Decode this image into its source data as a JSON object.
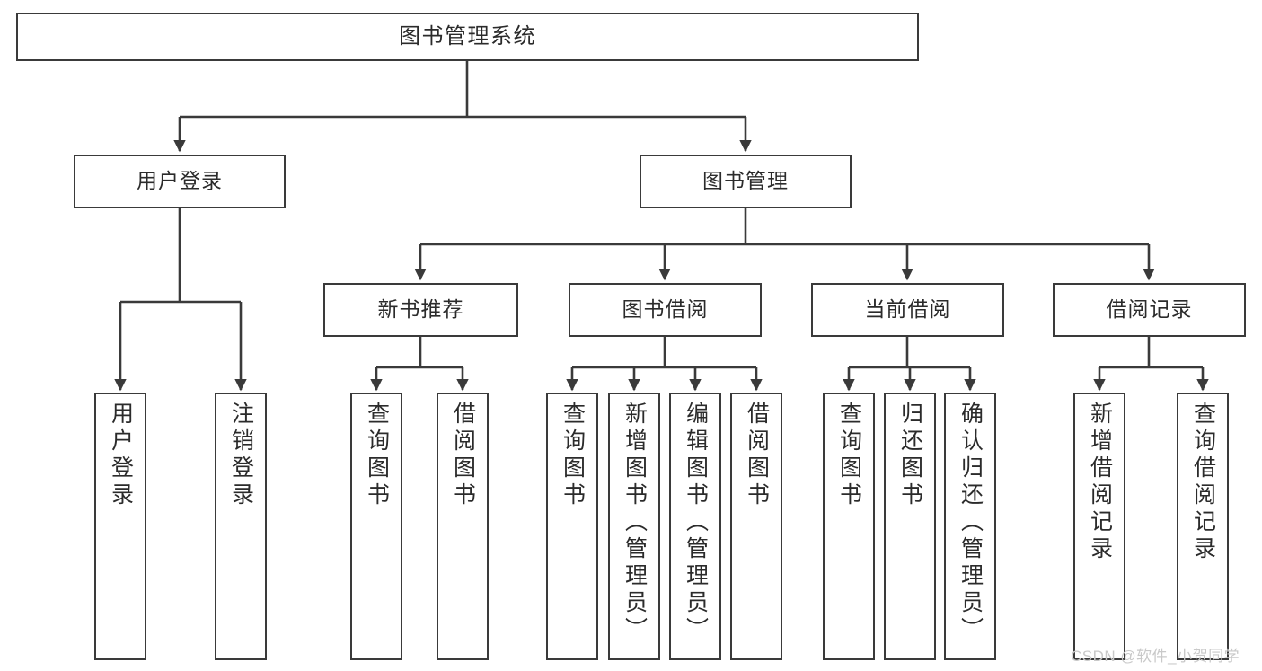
{
  "diagram": {
    "type": "tree-hierarchy-chart",
    "title": "图书管理系统",
    "watermark": "CSDN @软件_小贺同学",
    "colors": {
      "stroke": "#3a3a3a",
      "fill": "#ffffff",
      "text": "#2b2b2b",
      "watermark": "#c9c9c9"
    },
    "nodes": {
      "root": {
        "label": "图书管理系统"
      },
      "level1": [
        {
          "id": "user-login",
          "label": "用户登录"
        },
        {
          "id": "book-manage",
          "label": "图书管理"
        }
      ],
      "level2": [
        {
          "id": "new-book-recommend",
          "label": "新书推荐"
        },
        {
          "id": "book-borrow",
          "label": "图书借阅"
        },
        {
          "id": "current-borrow",
          "label": "当前借阅"
        },
        {
          "id": "borrow-record",
          "label": "借阅记录"
        }
      ],
      "leaves": {
        "user-login": [
          {
            "id": "leaf-user-login",
            "label": "用户登录"
          },
          {
            "id": "leaf-logout",
            "label": "注销登录"
          }
        ],
        "new-book-recommend": [
          {
            "id": "leaf-query-book-1",
            "label": "查询图书"
          },
          {
            "id": "leaf-borrow-book-1",
            "label": "借阅图书"
          }
        ],
        "book-borrow": [
          {
            "id": "leaf-query-book-2",
            "label": "查询图书"
          },
          {
            "id": "leaf-add-book",
            "label": "新增图书（管理员）"
          },
          {
            "id": "leaf-edit-book",
            "label": "编辑图书（管理员）"
          },
          {
            "id": "leaf-borrow-book-2",
            "label": "借阅图书"
          }
        ],
        "current-borrow": [
          {
            "id": "leaf-query-book-3",
            "label": "查询图书"
          },
          {
            "id": "leaf-return-book",
            "label": "归还图书"
          },
          {
            "id": "leaf-confirm-return",
            "label": "确认归还（管理员）"
          }
        ],
        "borrow-record": [
          {
            "id": "leaf-add-record",
            "label": "新增借阅记录"
          },
          {
            "id": "leaf-query-record",
            "label": "查询借阅记录"
          }
        ]
      }
    }
  }
}
